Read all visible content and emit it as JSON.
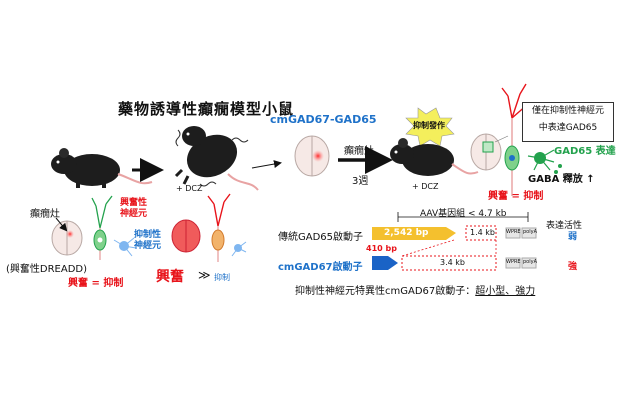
{
  "title": "藥物誘導性癲癇模型小鼠",
  "labels": {
    "dcz1": "+ DCZ",
    "dcz2": "+ DCZ",
    "construct": "cmGAD67-GAD65",
    "focus_top": "癲癇灶",
    "weeks": "3週",
    "suppress_burst": "抑制發作",
    "focus_left": "癲癇灶",
    "excit_neuron_1": "興奮性",
    "excit_neuron_2": "神經元",
    "inhib_neuron_1": "抑制性",
    "inhib_neuron_2": "神經元",
    "dreadd": "(興奮性DREADD)",
    "eq_left": "興奮 = 抑制",
    "excit_big": "興奮",
    "much_greater": "≫",
    "suppress_small": "抑制",
    "gad65_express": "GAD65 表達",
    "gaba_release": "GABA 釋放 ↑",
    "eq_right": "興奮 = 抑制"
  },
  "note": {
    "line1": "僅在抑制性神經元",
    "line2": "中表達GAD65"
  },
  "aav": {
    "header": "AAV基因組 < 4.7 kb",
    "activity": "表達活性",
    "row1_label": "傳統GAD65啟動子",
    "row1_size": "2,542 bp",
    "row1_insert": "1.4 kb",
    "row1_level": "弱",
    "row2_label": "cmGAD67啟動子",
    "row2_size": "410 bp",
    "row2_insert": "3.4 kb",
    "row2_level": "強",
    "wpre": "WPRE",
    "polya": "polyA",
    "footer_main": "抑制性神經元特異性cmGAD67啟動子：",
    "footer_under": "超小型、強力"
  },
  "colors": {
    "excite": "#e8141b",
    "inhibit": "#1f72c9",
    "gad65": "#23a24d",
    "gad65_promoter": "#f4c02e",
    "cmgad67_promoter": "#1a63c6",
    "burst": "#f4ef5c"
  }
}
